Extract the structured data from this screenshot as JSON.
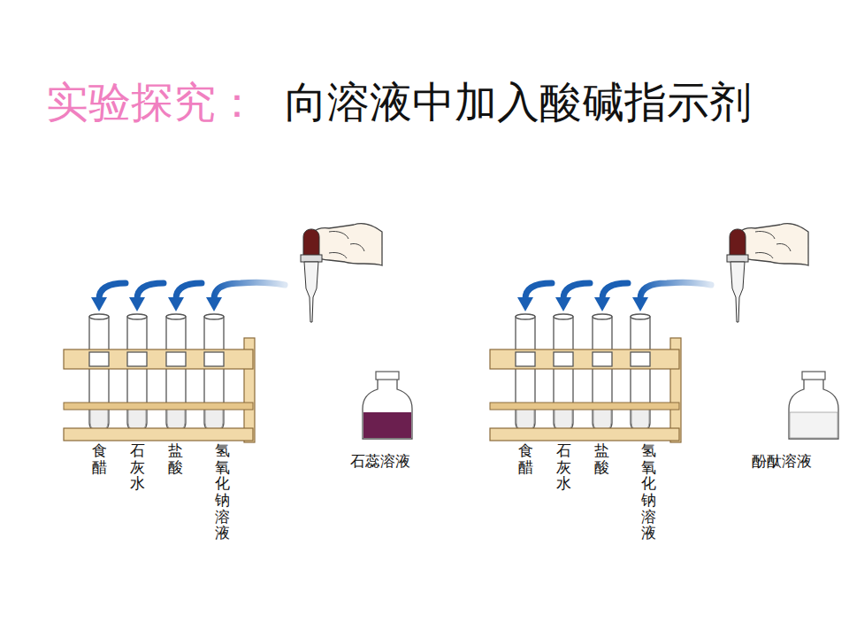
{
  "diagram": {
    "title": "向溶液中加入酸碱指示剂",
    "labels": [
      "实验探究：",
      "食醋",
      "石灰水",
      "盐酸",
      "氢氧化钠溶液",
      "石蕊溶液",
      "食醋",
      "石灰水",
      "盐酸",
      "氢氧化钠溶液",
      "酚酞溶液"
    ]
  }
}
